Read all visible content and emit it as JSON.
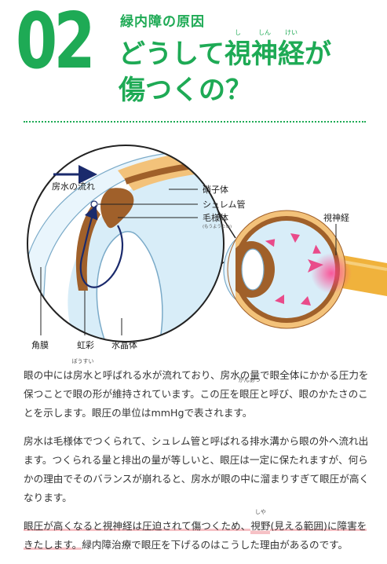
{
  "header": {
    "number": "02",
    "subtitle": "緑内障の原因",
    "title_line1_prefix": "どうして",
    "title_kanji1": "視",
    "title_kanji1_ruby": "し",
    "title_kanji2": "神",
    "title_kanji2_ruby": "しん",
    "title_kanji3": "経",
    "title_kanji3_ruby": "けい",
    "title_line1_suffix": "が",
    "title_line2": "傷つくの？"
  },
  "diagram": {
    "label_flow": "房水の流れ",
    "label_vitreous": "硝子体",
    "label_schlemm": "シュレム管",
    "label_ciliary": "毛様体",
    "label_ciliary_ruby": "(もうようたい)",
    "label_cornea": "角膜",
    "label_iris": "虹彩",
    "label_lens": "水晶体",
    "label_optic_nerve": "視神経",
    "colors": {
      "green": "#1eaa55",
      "aqueous": "#d8edf8",
      "brown": "#a0602a",
      "pink_arrow": "#e94b8a",
      "nerve": "#f0b23c",
      "flow": "#1a2a6c"
    }
  },
  "body": {
    "p1_a": "眼の中には",
    "p1_r1": "房水",
    "p1_r1_ruby": "ぼうすい",
    "p1_b": "と呼ばれる水が流れており、房水の量で眼全体にかかる圧力を保つことで眼の形が維持されています。この圧を",
    "p1_r2": "眼圧",
    "p1_r2_ruby": "がんあつ",
    "p1_c": "と呼び、眼のかたさのことを示します。眼圧の単位はmmHgで表されます。",
    "p2": "房水は毛様体でつくられて、シュレム管と呼ばれる排水溝から眼の外へ流れ出ます。つくられる量と排出の量が等しいと、眼圧は一定に保たれますが、何らかの理由でそのバランスが崩れると、房水が眼の中に溜まりすぎて眼圧が高くなります。",
    "p3_hl_a": "眼圧が高くなると視神経は圧迫されて傷つくため、",
    "p3_r1": "視野",
    "p3_r1_ruby": "しや",
    "p3_hl_b": "(見える範囲)に障害をきたします。",
    "p3_rest": "緑内障治療で眼圧を下げるのはこうした理由があるのです。"
  }
}
